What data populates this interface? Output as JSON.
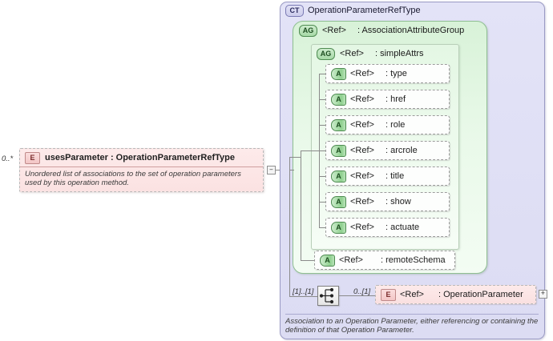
{
  "diagram": {
    "kind": "xml-schema-element-diagram",
    "left_element": {
      "badge": "E",
      "badge_name": "element-icon",
      "name": "usesParameter : OperationParameterRefType",
      "cardinality": "0..*",
      "documentation": "Unordered list of associations to the set of operation parameters used by this operation method.",
      "toggle": "–"
    },
    "complex_type": {
      "badge": "CT",
      "badge_name": "complextype-icon",
      "title": "OperationParameterRefType",
      "documentation": "Association to an Operation Parameter, either referencing or containing the definition of that Operation Parameter."
    },
    "attribute_group_outer": {
      "badge": "AG",
      "ref": "<Ref>",
      "name": ": AssociationAttributeGroup"
    },
    "attribute_group_inner": {
      "badge": "AG",
      "ref": "<Ref>",
      "name": ": simpleAttrs"
    },
    "attributes": [
      {
        "badge": "A",
        "ref": "<Ref>",
        "name": ": type"
      },
      {
        "badge": "A",
        "ref": "<Ref>",
        "name": ": href"
      },
      {
        "badge": "A",
        "ref": "<Ref>",
        "name": ": role"
      },
      {
        "badge": "A",
        "ref": "<Ref>",
        "name": ": arcrole"
      },
      {
        "badge": "A",
        "ref": "<Ref>",
        "name": ": title"
      },
      {
        "badge": "A",
        "ref": "<Ref>",
        "name": ": show"
      },
      {
        "badge": "A",
        "ref": "<Ref>",
        "name": ": actuate"
      }
    ],
    "attribute_remote": {
      "badge": "A",
      "ref": "<Ref>",
      "name": ": remoteSchema"
    },
    "sequence": {
      "icon": "sequence-compositor-icon",
      "cardinality": "[1]..[1]"
    },
    "operation_parameter": {
      "badge": "E",
      "ref": "<Ref>",
      "name": ": OperationParameter",
      "cardinality": "0..[1]",
      "toggle": "+"
    },
    "colors": {
      "complextype_fill": "#dcdcf3",
      "attrgroup_fill": "#d8f2d8",
      "element_fill": "#fbe2e2",
      "attribute_fill": "#fdfefd",
      "line": "#8a8a8a"
    }
  }
}
